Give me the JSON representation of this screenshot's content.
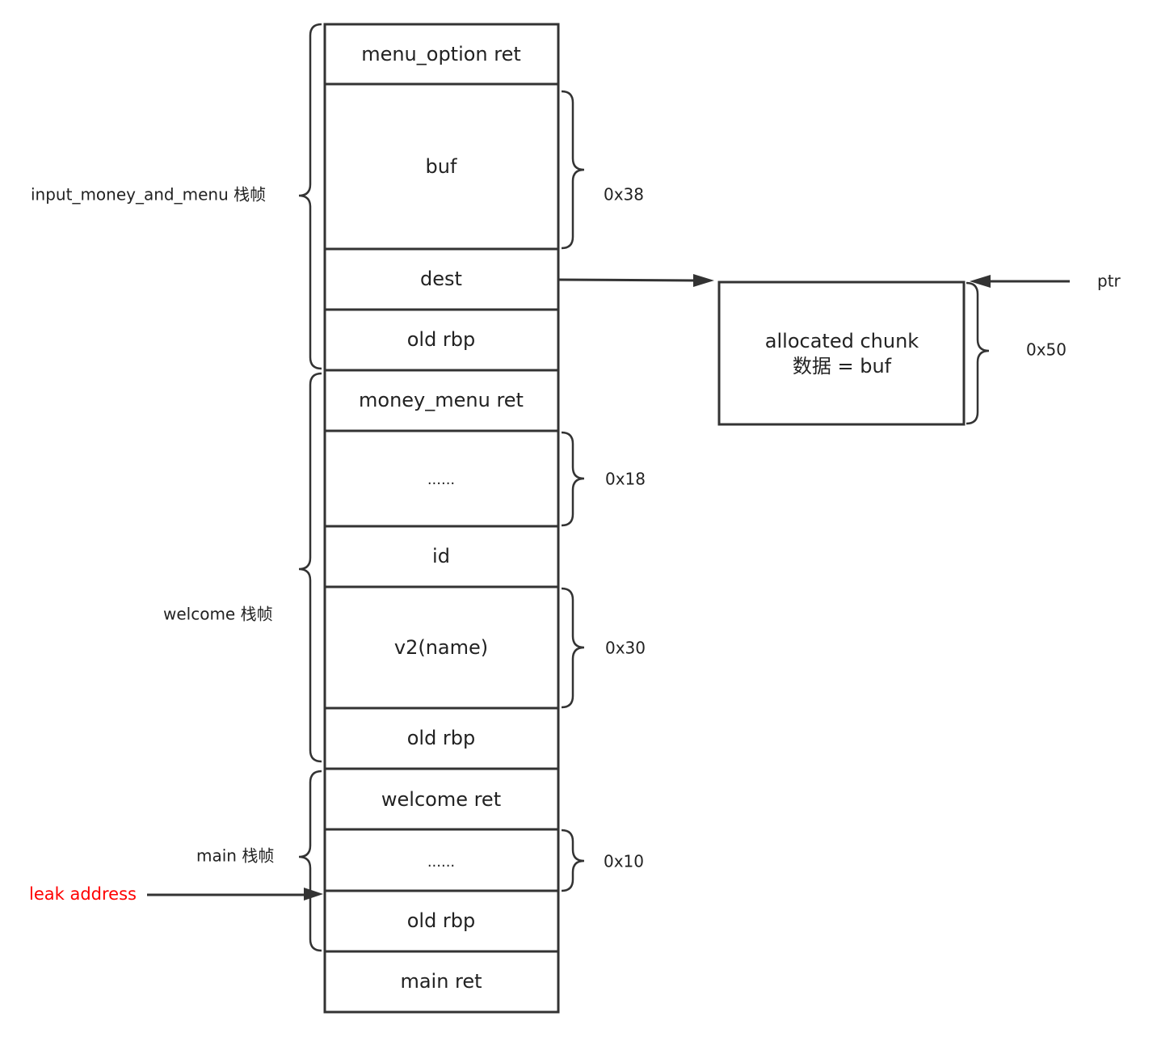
{
  "stack": {
    "cells": [
      {
        "label": "menu_option ret"
      },
      {
        "label": "buf"
      },
      {
        "label": "dest"
      },
      {
        "label": "old rbp"
      },
      {
        "label": "money_menu ret"
      },
      {
        "label": "......"
      },
      {
        "label": "id"
      },
      {
        "label": "v2(name)"
      },
      {
        "label": "old rbp"
      },
      {
        "label": "welcome ret"
      },
      {
        "label": "......"
      },
      {
        "label": "old rbp"
      },
      {
        "label": "main ret"
      }
    ]
  },
  "frames": [
    {
      "label": "input_money_and_menu 栈帧"
    },
    {
      "label": "welcome 栈帧"
    },
    {
      "label": "main 栈帧"
    }
  ],
  "sizes": [
    {
      "label": "0x38",
      "cell": "buf"
    },
    {
      "label": "0x18",
      "cell": "......"
    },
    {
      "label": "0x30",
      "cell": "v2(name)"
    },
    {
      "label": "0x10",
      "cell": "......"
    }
  ],
  "chunk": {
    "line1": "allocated chunk",
    "line2": "数据 = buf",
    "size": "0x50",
    "pointer_label": "ptr"
  },
  "leak": {
    "label": "leak  address",
    "color": "#ff0000"
  }
}
